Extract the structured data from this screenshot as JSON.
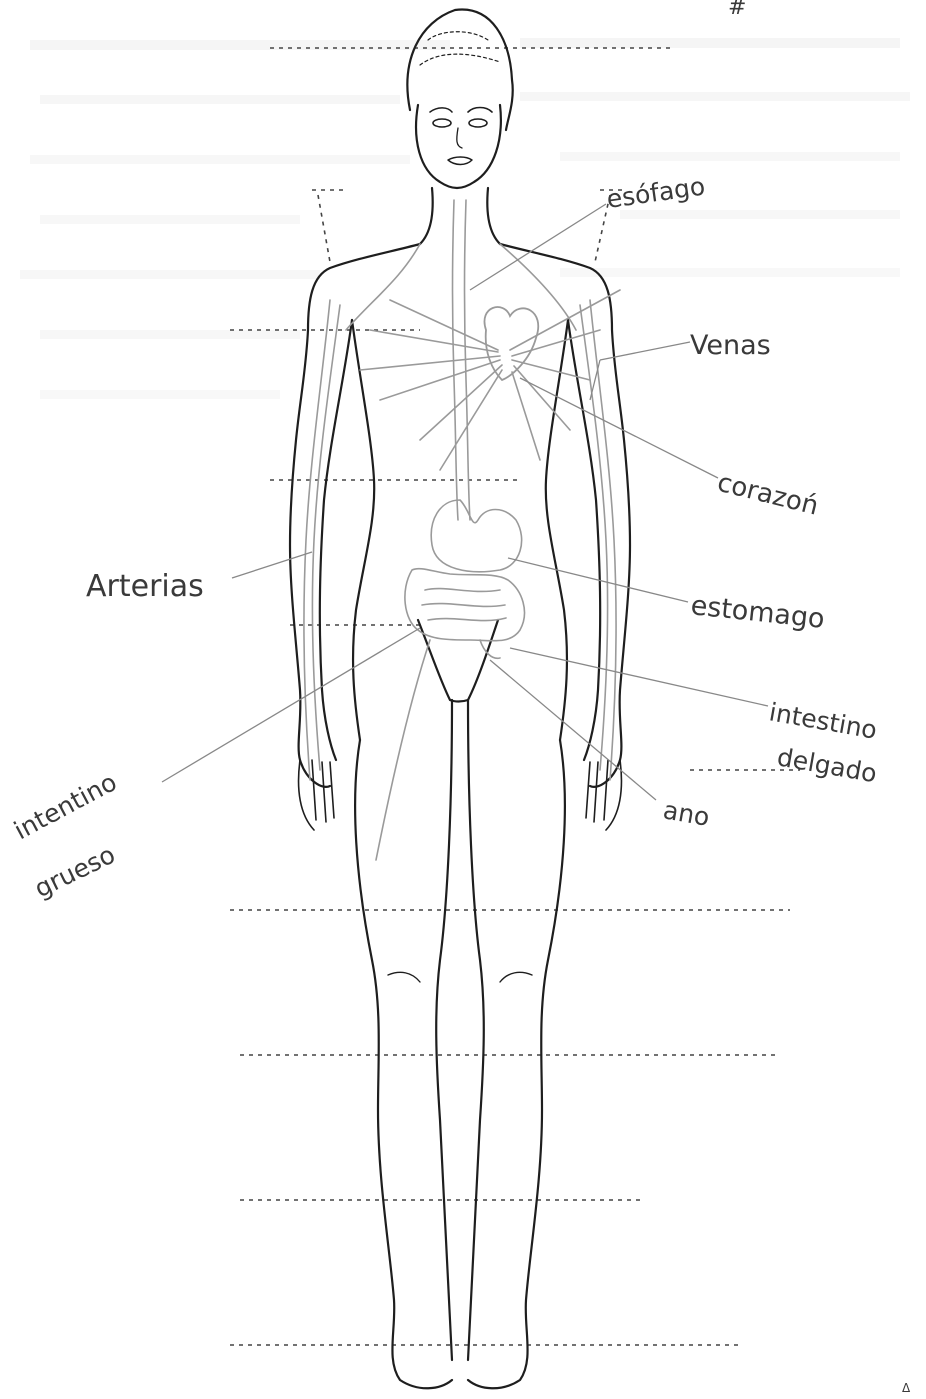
{
  "corner_mark": "#",
  "labels": {
    "esofago": "esófago",
    "venas": "Venas",
    "corazon": "corazoń",
    "arterias": "Arterias",
    "estomago": "estomago",
    "intestino_delgado_1": "intestino",
    "intestino_delgado_2": "delgado",
    "ano": "ano",
    "intestino_grueso_1": "intentino",
    "intestino_grueso_2": "grueso"
  },
  "corner_small": "Δ",
  "colors": {
    "outline": "#1e1e1e",
    "organ_lines": "#9a9a9a",
    "label_text": "#3a3a3a",
    "background": "#ffffff"
  }
}
